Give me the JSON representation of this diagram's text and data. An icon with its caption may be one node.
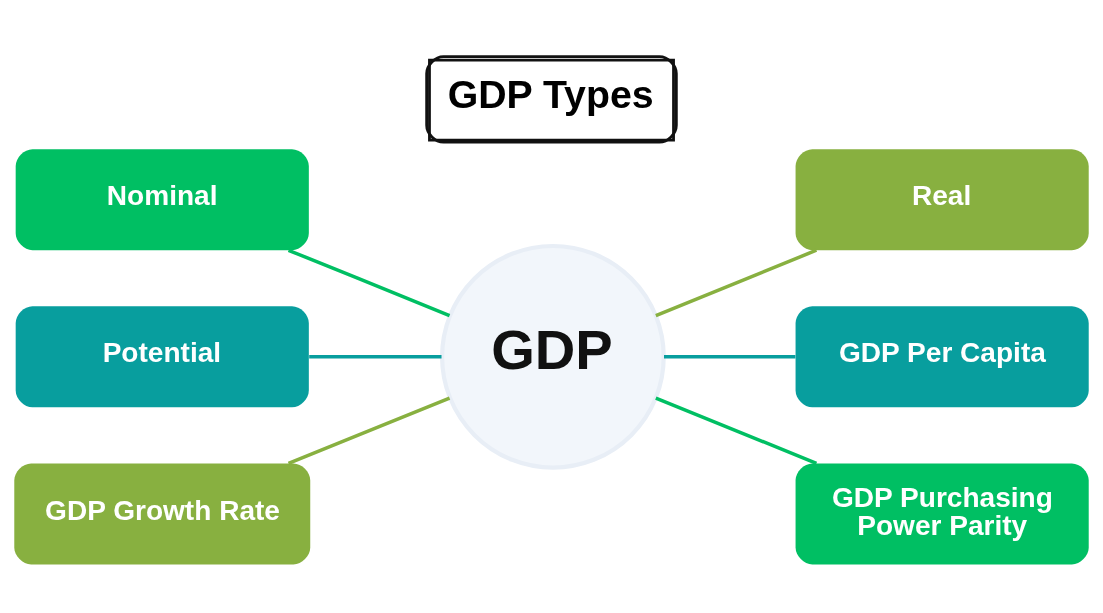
{
  "diagram": {
    "title": "GDP Types",
    "nodes": [
      {
        "text": [
          "Nominal"
        ]
      },
      {
        "text": [
          "Real"
        ]
      },
      {
        "text": [
          "GDP"
        ]
      },
      {
        "text": [
          "Potential"
        ]
      },
      {
        "text": [
          "GDP Per Capita"
        ]
      },
      {
        "text": [
          "GDP Growth Rate"
        ]
      },
      {
        "text": [
          "GDP Purchasing Power Parity"
        ]
      }
    ],
    "edges": [
      {
        "from": 0,
        "to": 2,
        "arrow": "none",
        "color": "#00bf63"
      },
      {
        "from": 2,
        "to": 1,
        "arrow": "none",
        "color": "#88b040"
      },
      {
        "from": 3,
        "to": 2,
        "arrow": "none",
        "color": "#089e9e"
      },
      {
        "from": 2,
        "to": 4,
        "arrow": "none",
        "color": "#089e9e"
      },
      {
        "from": 5,
        "to": 2,
        "arrow": "none",
        "color": "#88b040"
      },
      {
        "from": 2,
        "to": 6,
        "arrow": "none",
        "color": "#00bf63"
      }
    ]
  }
}
